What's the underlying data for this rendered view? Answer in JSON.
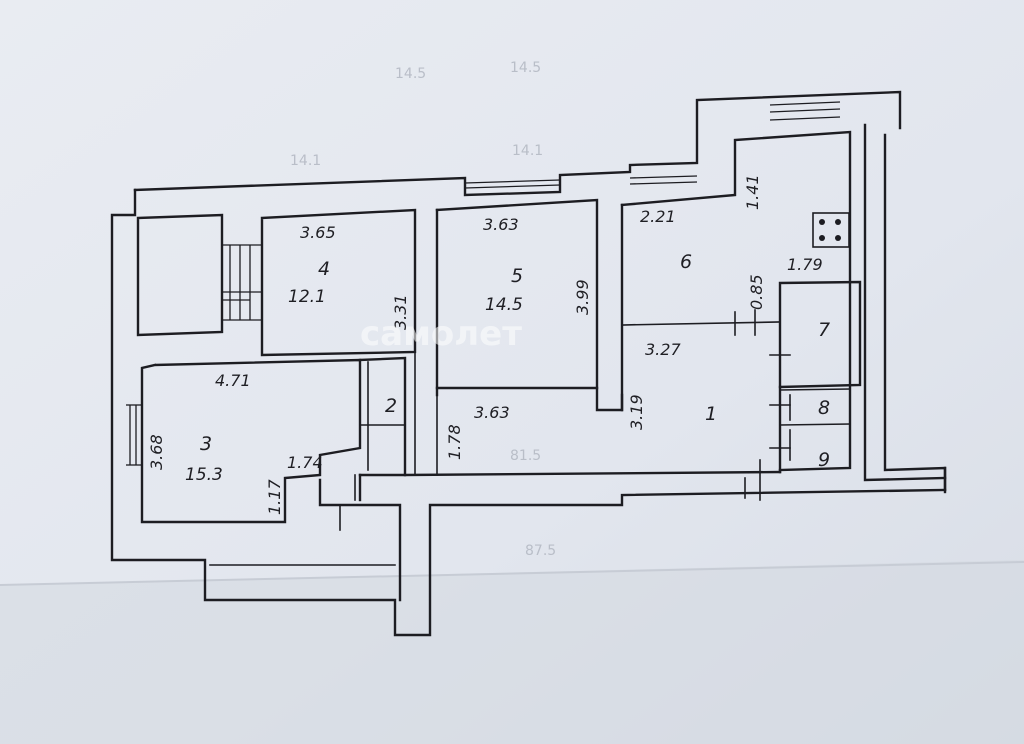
{
  "watermark": "самолет",
  "rooms": [
    {
      "id": "1",
      "number": "1"
    },
    {
      "id": "2",
      "number": "2"
    },
    {
      "id": "3",
      "number": "3",
      "area": "15.3"
    },
    {
      "id": "4",
      "number": "4",
      "area": "12.1"
    },
    {
      "id": "5",
      "number": "5",
      "area": "14.5"
    },
    {
      "id": "6",
      "number": "6"
    },
    {
      "id": "7",
      "number": "7"
    },
    {
      "id": "8",
      "number": "8"
    },
    {
      "id": "9",
      "number": "9"
    }
  ],
  "dimensions": {
    "r4_width": "3.65",
    "r4_depth": "3.31",
    "r5_width_top": "3.63",
    "r5_depth": "3.99",
    "r5_width_bottom": "3.63",
    "r6_width": "2.21",
    "r6_depth": "0.85",
    "kitchen_top": "1.41",
    "r7_width": "1.79",
    "r1_width": "3.27",
    "r1_depth": "3.19",
    "r3_width": "4.71",
    "r3_depth": "3.68",
    "r3_niche": "1.74",
    "r3_step": "1.17",
    "corridor": "1.78"
  },
  "ghost_text": [
    "14.5",
    "14.5",
    "14.1",
    "14.1",
    "81.5",
    "87.5"
  ]
}
